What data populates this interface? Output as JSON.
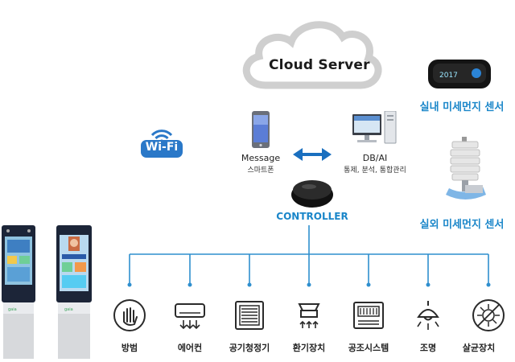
{
  "cloud": {
    "title": "Cloud Server"
  },
  "wifi": {
    "label": "Wi-Fi"
  },
  "message": {
    "title": "Message",
    "subtitle": "스마트폰"
  },
  "dbai": {
    "title": "DB/AI",
    "subtitle": "통제, 분석, 통합관리"
  },
  "controller": {
    "label": "CONTROLLER"
  },
  "sensors": {
    "indoor": "실내 미세먼지 센서",
    "outdoor": "실외 미세먼지 센서"
  },
  "devices": [
    {
      "label": "방범",
      "icon": "hand-icon"
    },
    {
      "label": "에어컨",
      "icon": "air-conditioner-icon"
    },
    {
      "label": "공기청정기",
      "icon": "air-purifier-icon"
    },
    {
      "label": "환기장치",
      "icon": "ventilator-icon"
    },
    {
      "label": "공조시스템",
      "icon": "hvac-icon"
    },
    {
      "label": "조명",
      "icon": "lamp-icon"
    },
    {
      "label": "살균장치",
      "icon": "sterilizer-icon"
    }
  ],
  "colors": {
    "accent": "#1a86c9",
    "line": "#2f8fce",
    "cloud_edge": "#cfcfcf"
  }
}
